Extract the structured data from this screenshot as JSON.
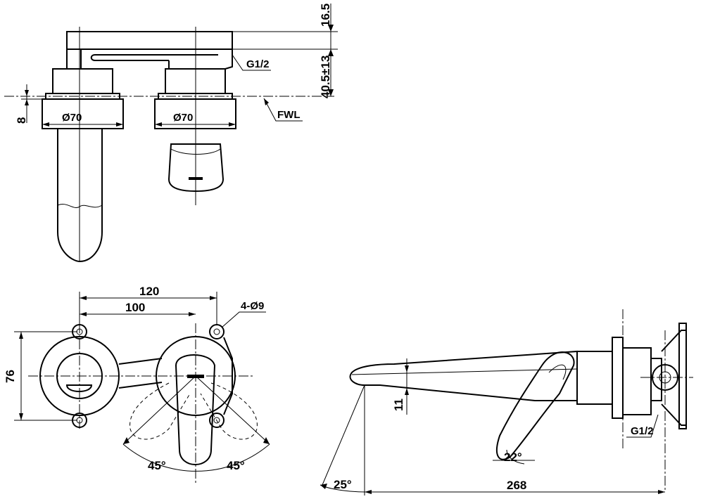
{
  "labels": {
    "dim_top_gap": "16.5",
    "dim_depth": "40.5±13",
    "thread_top": "G1/2",
    "fwl": "FWL",
    "dim_left_offset": "8",
    "dia_left": "Ø70",
    "dia_right": "Ø70",
    "dim_120": "120",
    "dim_100": "100",
    "holes": "4-Ø9",
    "dim_76": "76",
    "angle_left": "45°",
    "angle_right": "45°",
    "dim_11": "11",
    "angle_22": "22°",
    "angle_25": "25°",
    "dim_268": "268",
    "thread_side": "G1/2"
  }
}
